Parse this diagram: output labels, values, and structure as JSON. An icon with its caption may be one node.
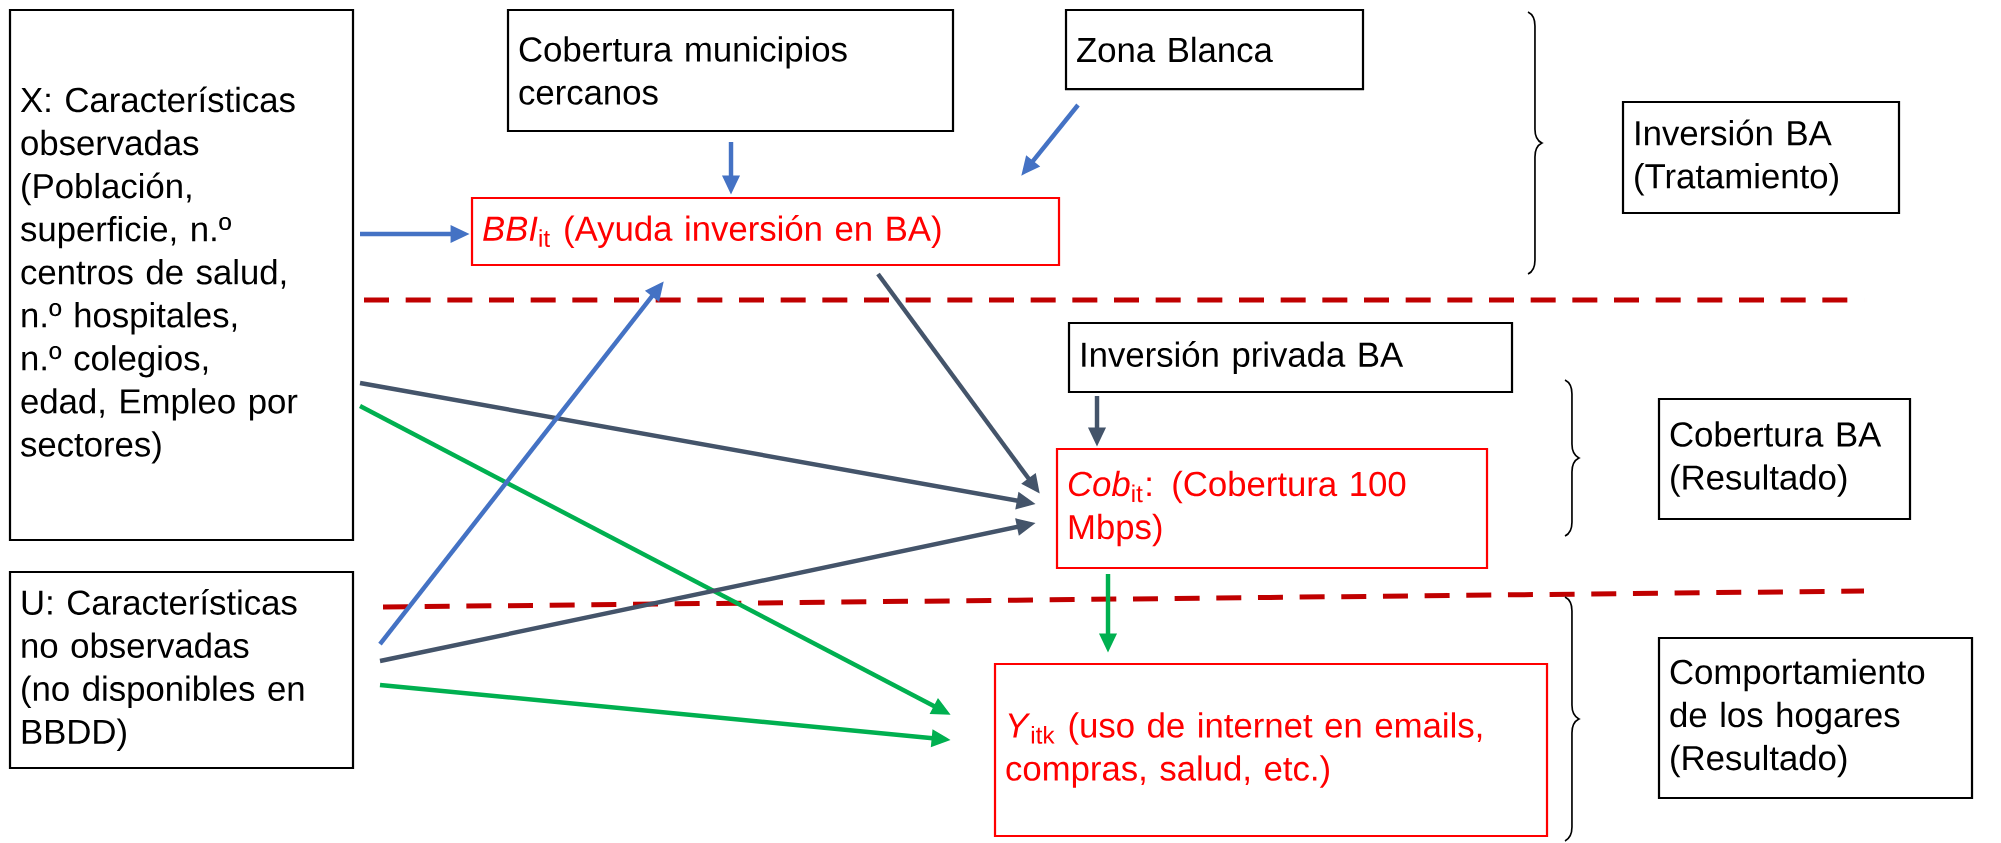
{
  "diagram": {
    "nodes": [
      {
        "text": [
          "X: Características observadas (Población, superficie, n.º centros de salud, n.º hospitales, n.º colegios, edad, Empleo por sectores)"
        ]
      },
      {
        "text": [
          "Cobertura municipios cercanos"
        ]
      },
      {
        "text": [
          "Zona Blanca"
        ]
      },
      {
        "text": [
          "*BBI*$_{it}$ (Ayuda inversión en BA)"
        ]
      },
      {
        "text": [
          "Inversión BA (Tratamiento)"
        ]
      },
      {
        "text": [
          "Inversión privada BA"
        ]
      },
      {
        "text": [
          "*Cob*$_{it}$: (Cobertura 100 Mbps)"
        ]
      },
      {
        "text": [
          "Cobertura BA (Resultado)"
        ]
      },
      {
        "text": [
          "U: Características no observadas (no disponibles en BBDD)"
        ]
      },
      {
        "text": [
          "*Y*$_{itk}$ (uso de internet en emails, compras, salud, etc.)"
        ]
      },
      {
        "text": [
          "Comportamiento de los hogares (Resultado)"
        ]
      }
    ],
    "edges": [
      {
        "from": 0,
        "to": 3,
        "arrow": "to",
        "color": "#4472c4"
      },
      {
        "from": 1,
        "to": 3,
        "arrow": "to",
        "color": "#4472c4"
      },
      {
        "from": 2,
        "to": 3,
        "arrow": "to",
        "color": "#4472c4"
      },
      {
        "from": 3,
        "to": 6,
        "arrow": "to",
        "color": "#44546a"
      },
      {
        "from": 0,
        "to": 6,
        "arrow": "to",
        "color": "#44546a"
      },
      {
        "from": 0,
        "to": 9,
        "arrow": "to",
        "color": "#00b050"
      },
      {
        "from": 8,
        "to": 3,
        "arrow": "to",
        "color": "#4472c4"
      },
      {
        "from": 8,
        "to": 6,
        "arrow": "to",
        "color": "#44546a"
      },
      {
        "from": 8,
        "to": 9,
        "arrow": "to",
        "color": "#00b050"
      },
      {
        "from": 5,
        "to": 6,
        "arrow": "to",
        "color": "#44546a"
      },
      {
        "from": 6,
        "to": 9,
        "arrow": "to",
        "color": "#00b050"
      }
    ]
  }
}
